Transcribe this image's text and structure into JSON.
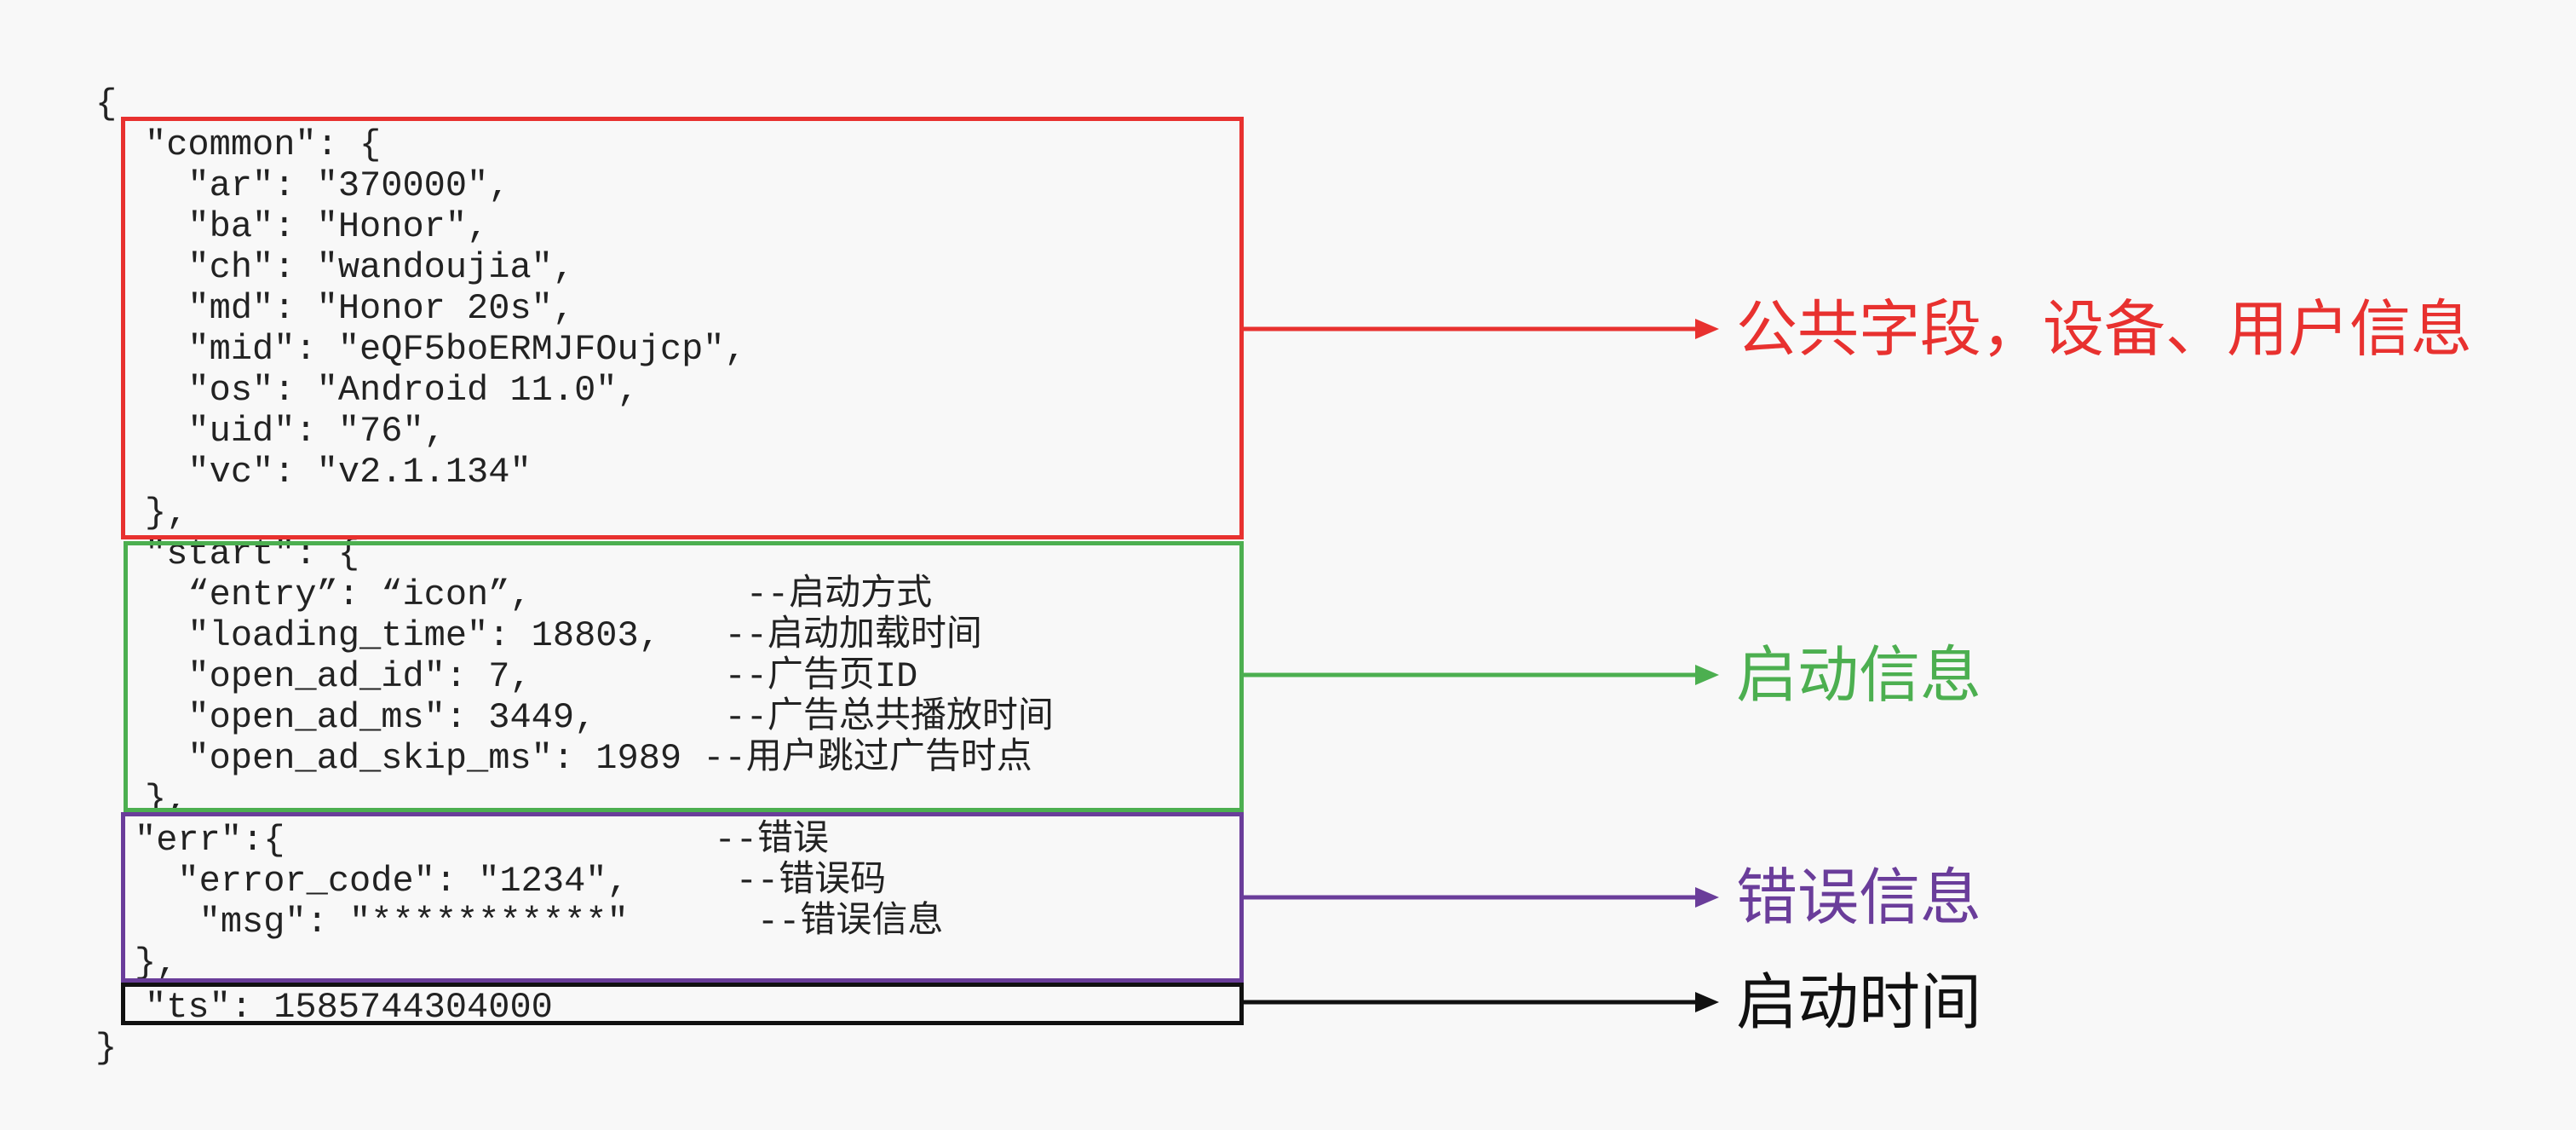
{
  "code": {
    "brace_open": "{",
    "common": [
      "\"common\": {",
      "  \"ar\": \"370000\",",
      "  \"ba\": \"Honor\",",
      "  \"ch\": \"wandoujia\",",
      "  \"md\": \"Honor 20s\",",
      "  \"mid\": \"eQF5boERMJFOujcp\",",
      "  \"os\": \"Android 11.0\",",
      "  \"uid\": \"76\",",
      "  \"vc\": \"v2.1.134\"",
      "},"
    ],
    "start": [
      "\"start\": {",
      "  “entry”: “icon”,          --启动方式",
      "  \"loading_time\": 18803,   --启动加载时间",
      "  \"open_ad_id\": 7,         --广告页ID",
      "  \"open_ad_ms\": 3449,      --广告总共播放时间",
      "  \"open_ad_skip_ms\": 1989 --用户跳过广告时点",
      "},"
    ],
    "err": [
      "\"err\":{                    --错误",
      "  \"error_code\": \"1234\",     --错误码",
      "   \"msg\": \"***********\"      --错误信息",
      "},"
    ],
    "ts": "\"ts\": 1585744304000",
    "brace_close": "}"
  },
  "annotations": {
    "common": {
      "label": "公共字段，设备、用户信息",
      "color": "#e8312f"
    },
    "start": {
      "label": "启动信息",
      "color": "#4caf50"
    },
    "err": {
      "label": "错误信息",
      "color": "#6a3d9a"
    },
    "ts": {
      "label": "启动时间",
      "color": "#111111"
    }
  }
}
